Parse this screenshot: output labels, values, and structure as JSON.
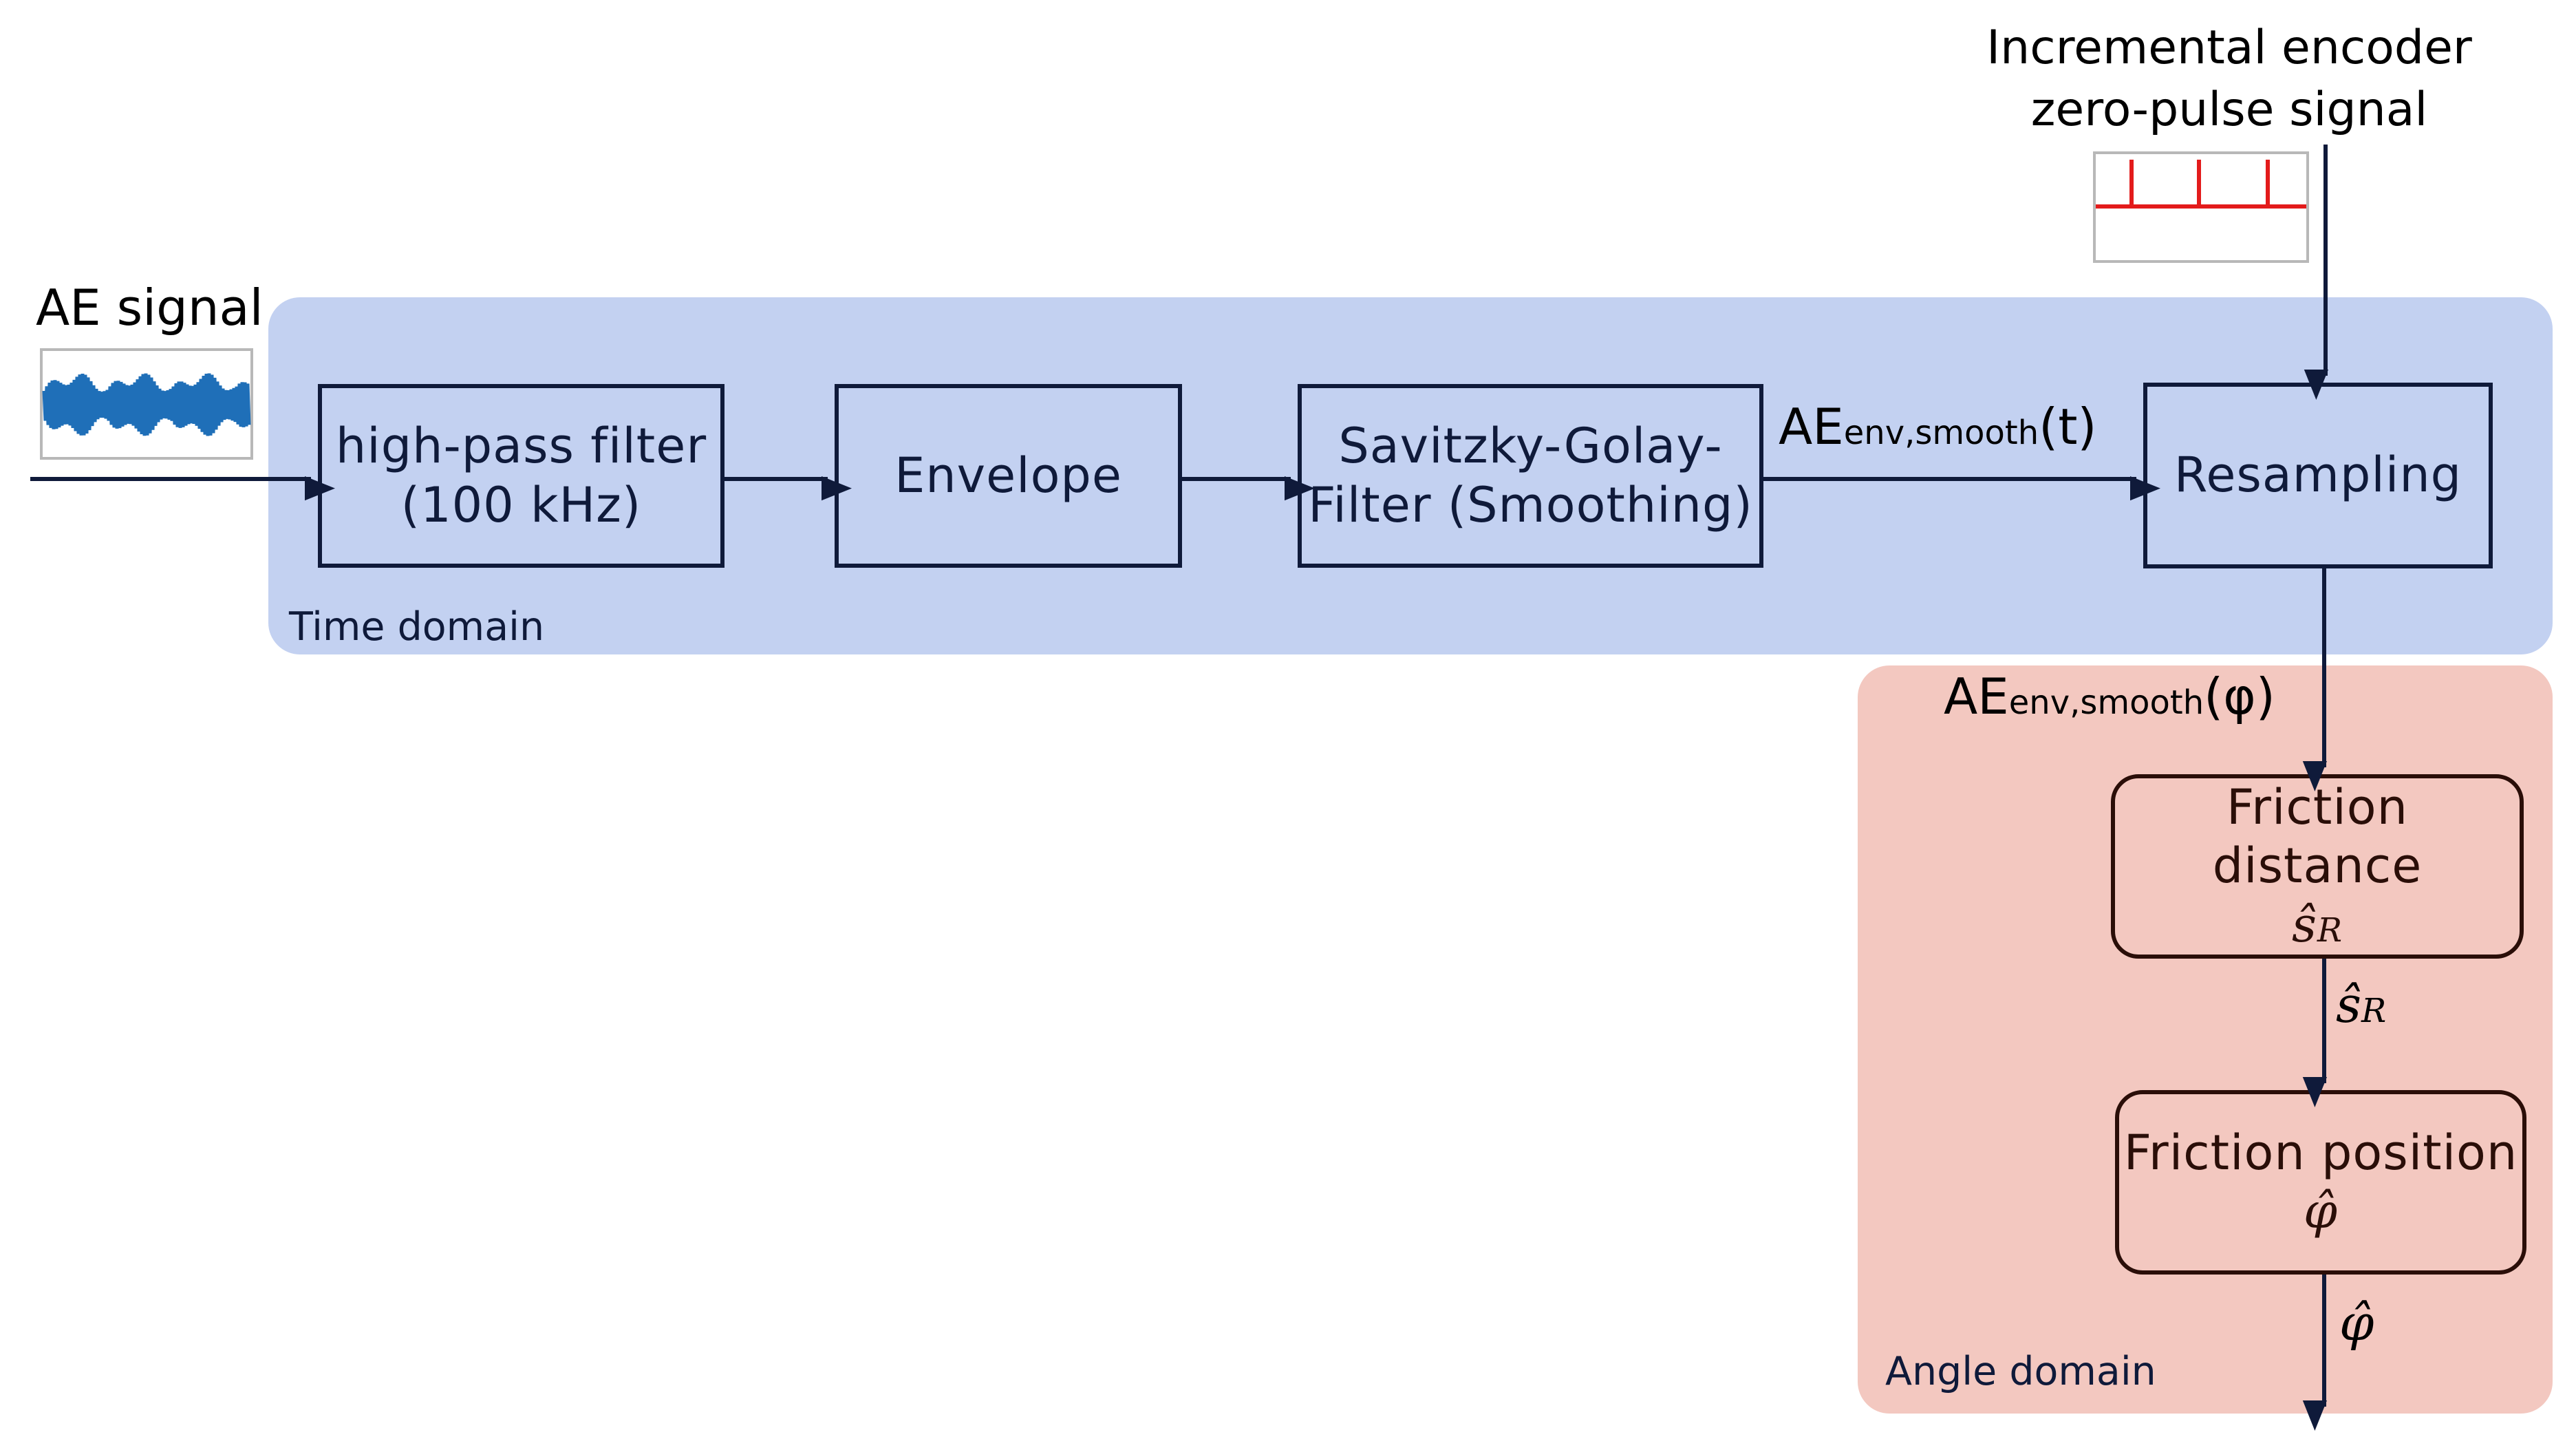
{
  "regions": {
    "time_domain": "Time domain",
    "angle_domain": "Angle domain"
  },
  "inputs": {
    "ae_signal": "AE signal",
    "encoder_line1": "Incremental encoder",
    "encoder_line2": "zero-pulse signal"
  },
  "blocks": {
    "highpass_line1": "high-pass filter",
    "highpass_line2": "(100 kHz)",
    "envelope": "Envelope",
    "savgol_line1": "Savitzky-Golay-",
    "savgol_line2": "Filter (Smoothing)",
    "resampling": "Resampling",
    "friction_distance": "Friction distance",
    "friction_position": "Friction position"
  },
  "signals": {
    "ae_time_base": "AE",
    "ae_time_sub": "env,smooth",
    "ae_time_arg": "(t)",
    "ae_angle_base": "AE",
    "ae_angle_sub": "env,smooth",
    "ae_angle_arg": "(φ)",
    "s_hat_symbol": "ŝ",
    "s_hat_sub": "R",
    "phi_hat": "φ̂"
  },
  "colors": {
    "time_domain_bg": "#c3d1f1",
    "angle_domain_bg": "#f3c8c0",
    "block_border": "#0f1a3a",
    "friction_block_border": "#2a0e08",
    "ae_waveform": "#1f6fb8",
    "encoder_pulse": "#e31b1b"
  }
}
